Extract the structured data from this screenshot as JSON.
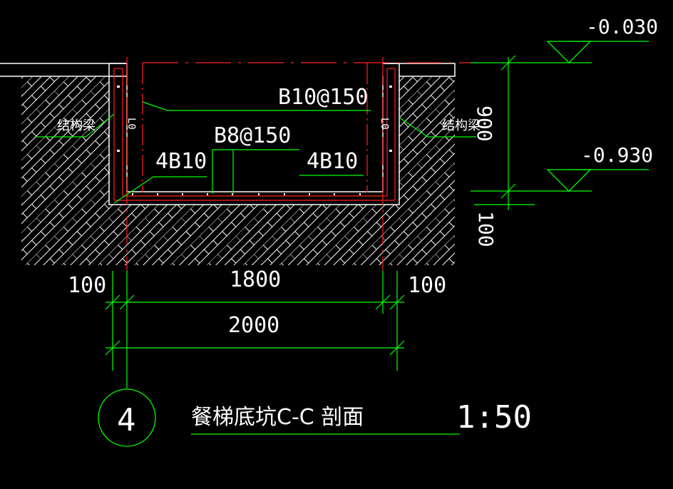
{
  "colors": {
    "background": "#000000",
    "structure": "#ffffff",
    "rebar": "#ff2020",
    "dimension": "#00ff00",
    "text": "#ffffff"
  },
  "labels": {
    "beam_left": "结构梁",
    "beam_right": "结构梁",
    "rebar_wall": "B10@150",
    "rebar_slab": "B8@150",
    "rebar_corner_left": "4B10",
    "rebar_corner_right": "4B10",
    "l0_left": "L0",
    "l0_right": "L0"
  },
  "levels": {
    "top": "-0.030",
    "bottom": "-0.930"
  },
  "dimensions": {
    "depth": "900",
    "slab": "100",
    "wall_left": "100",
    "inner_width": "1800",
    "wall_right": "100",
    "total_width": "2000"
  },
  "title": {
    "number": "4",
    "name": "餐梯底坑C-C 剖面",
    "scale": "1:50"
  }
}
